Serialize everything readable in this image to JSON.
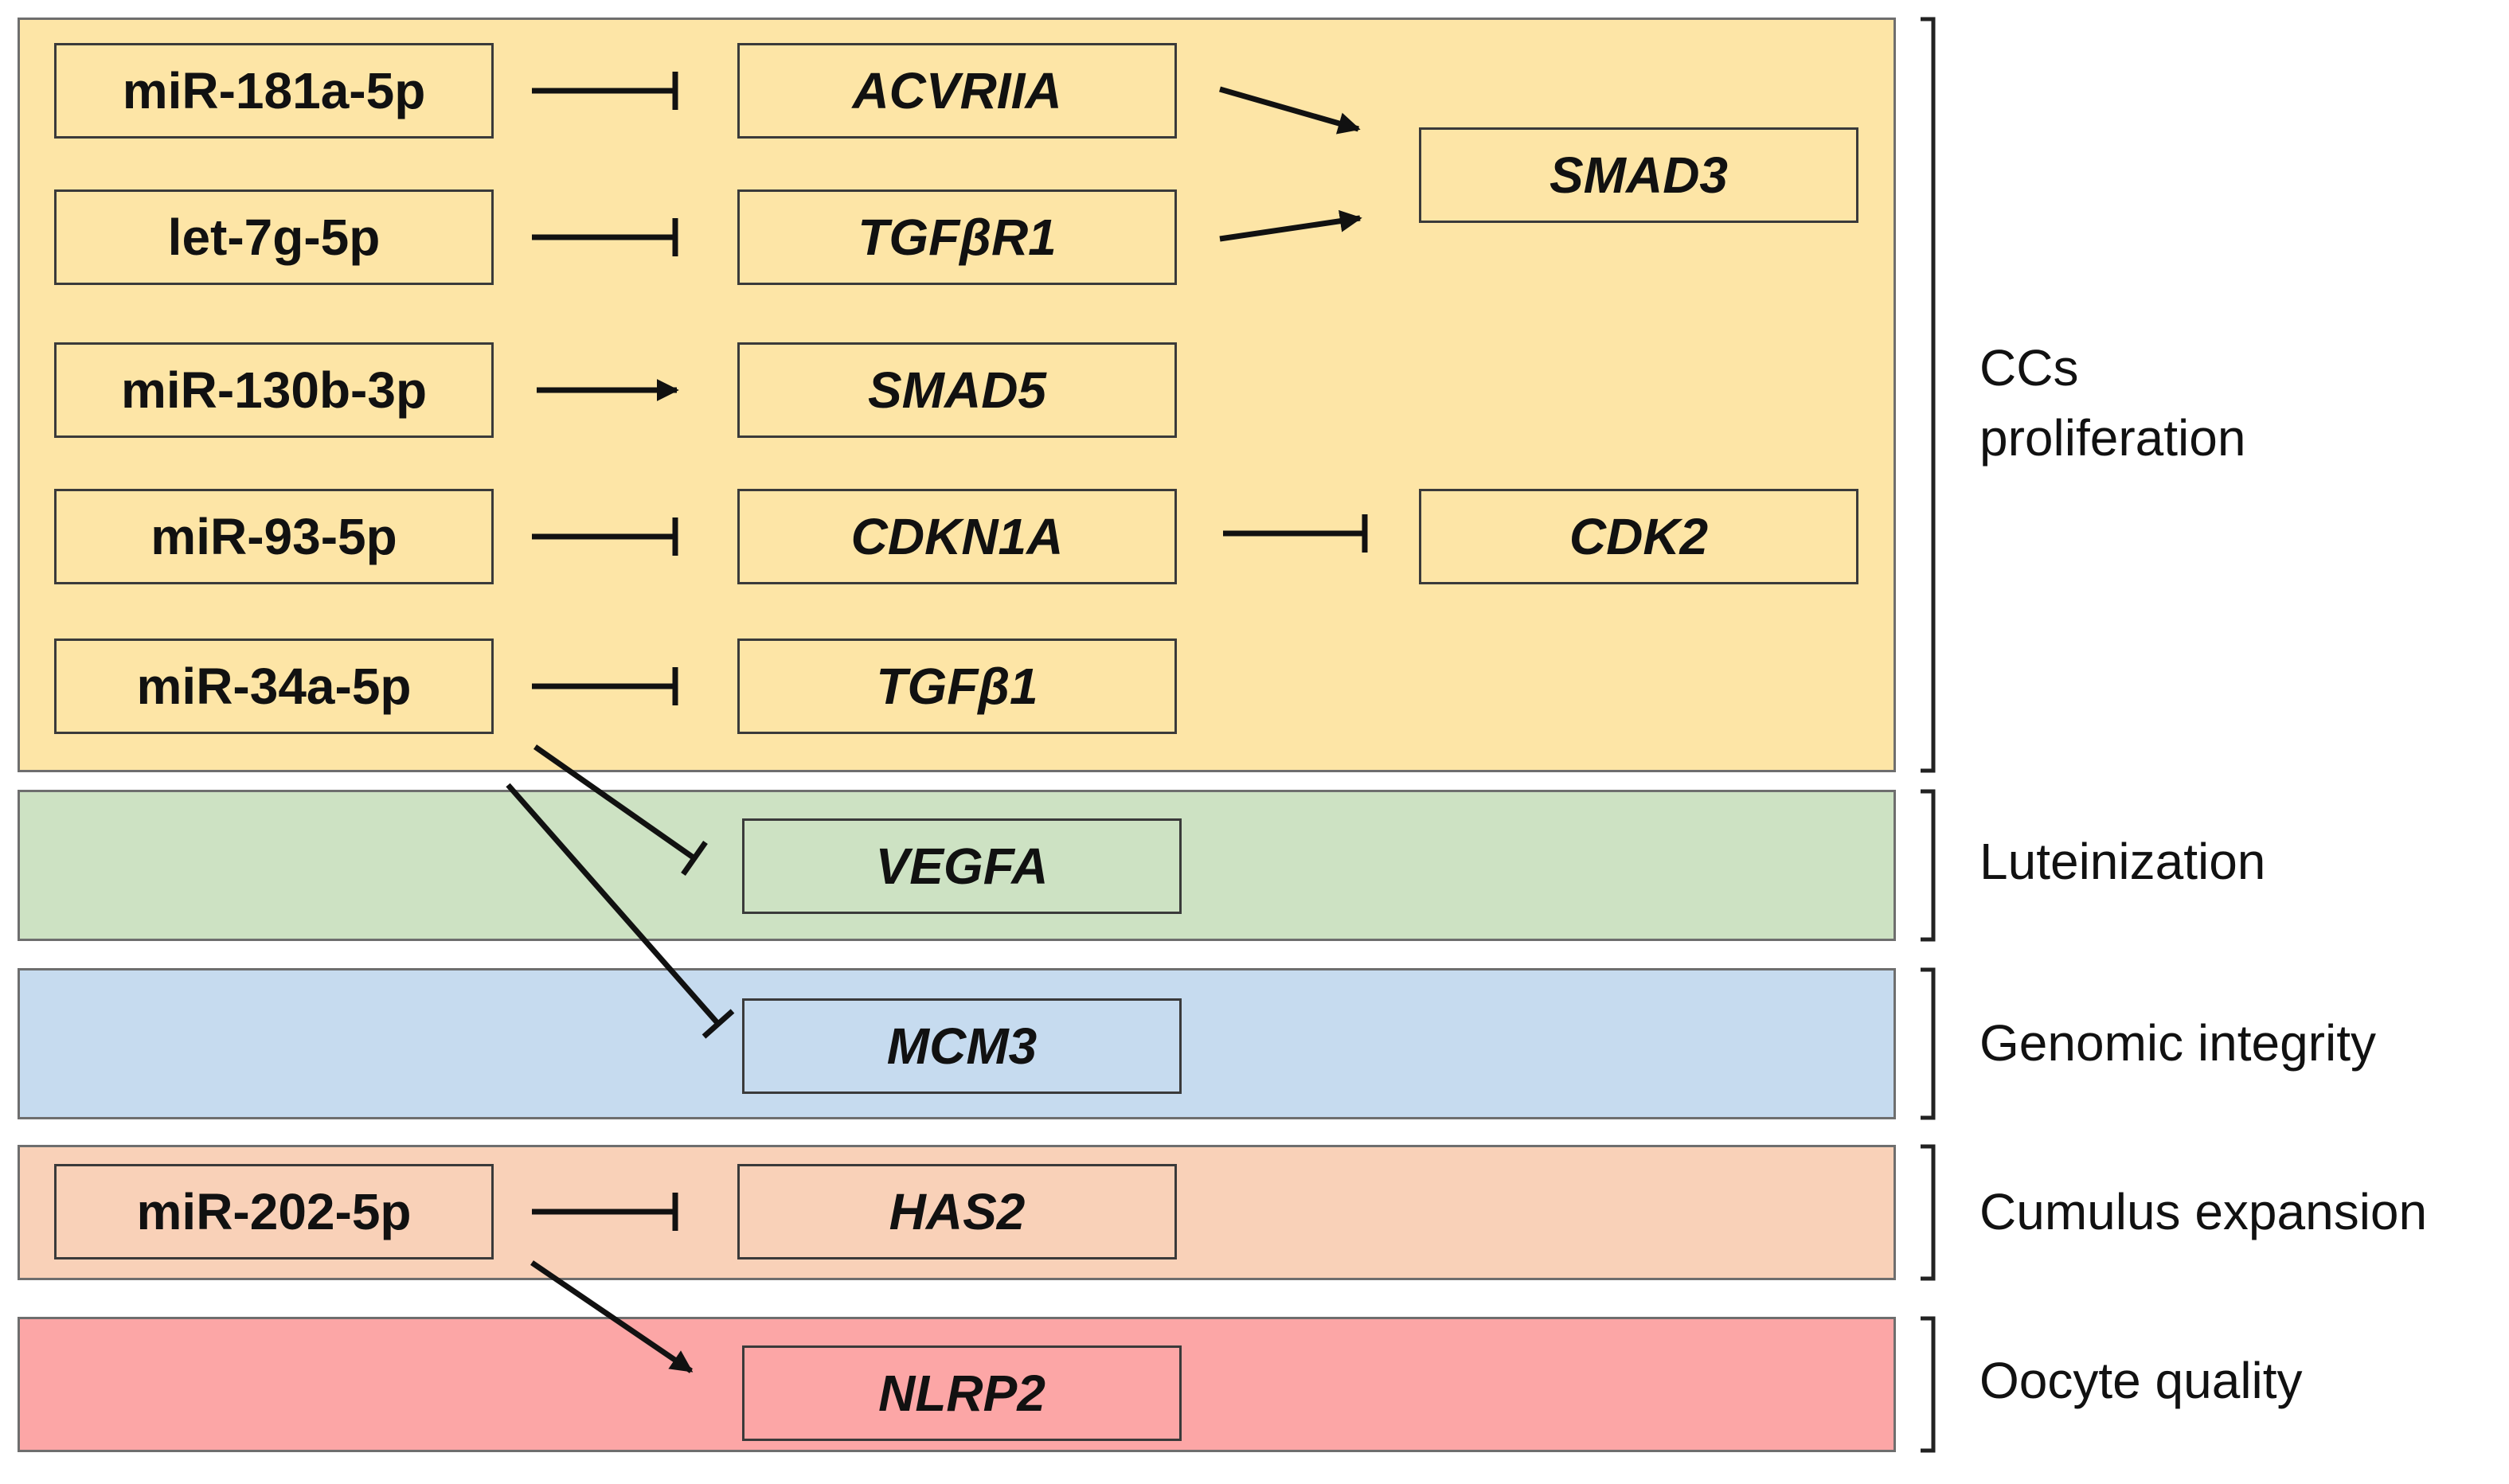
{
  "colors": {
    "proliferation": "#fde5a6",
    "luteinization": "#cde2c3",
    "genomic_integrity": "#c6dbef",
    "cumulus_expansion": "#f9d1b8",
    "oocyte_quality": "#fca6a6",
    "line": "#111111",
    "bracket": "#222222"
  },
  "mirnas": {
    "mir181a": "miR-181a-5p",
    "let7g": "let-7g-5p",
    "mir130b": "miR-130b-3p",
    "mir93": "miR-93-5p",
    "mir34a": "miR-34a-5p",
    "mir202": "miR-202-5p"
  },
  "genes": {
    "acvr2a": "ACVRIIA",
    "tgfbr1": "TGFβR1",
    "smad5": "SMAD5",
    "cdkn1a": "CDKN1A",
    "tgfb1": "TGFβ1",
    "smad3": "SMAD3",
    "cdk2": "CDK2",
    "vegfa": "VEGFA",
    "mcm3": "MCM3",
    "has2": "HAS2",
    "nlrp2": "NLRP2"
  },
  "processes": {
    "proliferation_line1": "CCs",
    "proliferation_line2": "proliferation",
    "luteinization": "Luteinization",
    "genomic_integrity": "Genomic integrity",
    "cumulus_expansion": "Cumulus expansion",
    "oocyte_quality": "Oocyte quality"
  }
}
